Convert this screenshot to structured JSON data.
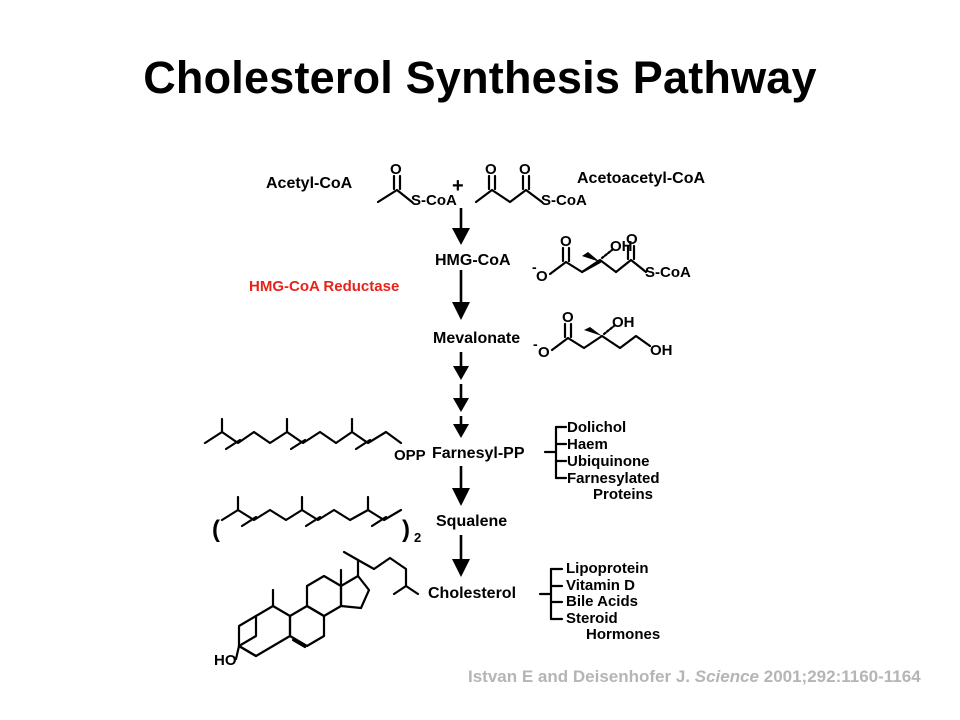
{
  "title": "Cholesterol Synthesis Pathway",
  "reactants": {
    "left": "Acetyl-CoA",
    "plus": "+",
    "right": "Acetoacetyl-CoA"
  },
  "steps": [
    {
      "name": "HMG-CoA"
    },
    {
      "name": "Mevalonate"
    },
    {
      "name": "Farnesyl-PP"
    },
    {
      "name": "Squalene"
    },
    {
      "name": "Cholesterol"
    }
  ],
  "enzyme": {
    "label": "HMG-CoA Reductase",
    "color": "#e8231c"
  },
  "farnesyl_products": [
    "Dolichol",
    "Haem",
    "Ubiquinone",
    "Farnesylated",
    "Proteins"
  ],
  "cholesterol_products": [
    "Lipoprotein",
    "Vitamin D",
    "Bile Acids",
    "Steroid",
    "Hormones"
  ],
  "structure_labels": {
    "O": "O",
    "SCoA": "S-CoA",
    "OH": "OH",
    "minus": "-",
    "OPP": "OPP",
    "sub2": "2",
    "paren_open": "(",
    "paren_close": ")",
    "HO": "HO"
  },
  "citation": {
    "authors": "Istvan E and Deisenhofer J. ",
    "journal": "Science",
    "ref": " 2001;292:1160-1164"
  }
}
